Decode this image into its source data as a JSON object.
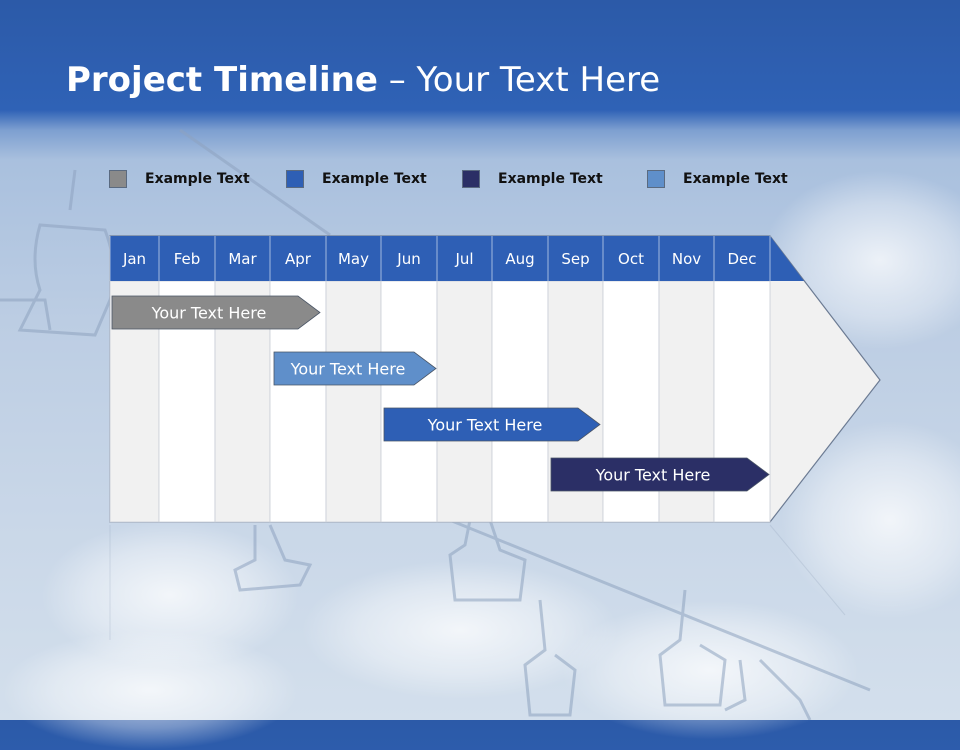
{
  "title": {
    "bold": "Project Timeline",
    "separator": " – ",
    "rest": "Your Text Here"
  },
  "legend": [
    {
      "label": "Example Text",
      "color": "#8a8a8a"
    },
    {
      "label": "Example Text",
      "color": "#2e5fb5"
    },
    {
      "label": "Example Text",
      "color": "#2b2f66"
    },
    {
      "label": "Example Text",
      "color": "#5f8fca"
    }
  ],
  "months": [
    "Jan",
    "Feb",
    "Mar",
    "Apr",
    "May",
    "Jun",
    "Jul",
    "Aug",
    "Sep",
    "Oct",
    "Nov",
    "Dec"
  ],
  "tasks": [
    {
      "label": "Your  Text Here",
      "color": "#8a8a8a",
      "start_month": "Jan",
      "end_month": "Apr"
    },
    {
      "label": "Your  Text Here",
      "color": "#5f8fca",
      "start_month": "Apr",
      "end_month": "Jun"
    },
    {
      "label": "Your  Text Here",
      "color": "#2e5fb5",
      "start_month": "Jun",
      "end_month": "Sep"
    },
    {
      "label": "Your  Text Here",
      "color": "#2b2f66",
      "start_month": "Sep",
      "end_month": "Dec"
    }
  ],
  "colors": {
    "header_bar": "#2e5fb5",
    "column_light": "#f1f1f1",
    "column_white": "#ffffff"
  }
}
